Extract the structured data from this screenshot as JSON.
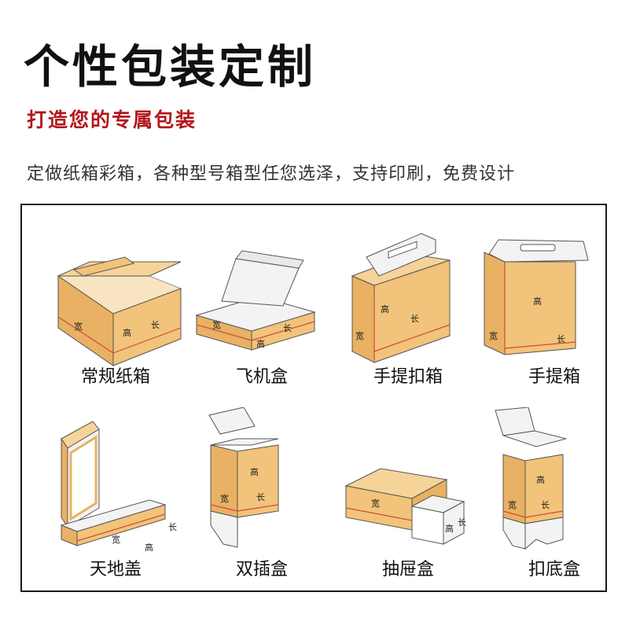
{
  "header": {
    "title": "个性包装定制",
    "subtitle": "打造您的专属包装",
    "description": "定做纸箱彩箱，各种型号箱型任您选泽，支持印刷，免费设计"
  },
  "dimension_labels": {
    "width": "宽",
    "height": "高",
    "length": "长"
  },
  "colors": {
    "title": "#111111",
    "subtitle": "#b3171b",
    "kraft_front": "#f2c37a",
    "kraft_side": "#e8b163",
    "kraft_top": "#f6d398",
    "inner": "#f3f3f3",
    "edge": "#555555",
    "seam": "#d24a3a"
  },
  "boxes": [
    {
      "icon": "regular-carton-icon",
      "label": "常规纸箱"
    },
    {
      "icon": "mailer-box-icon",
      "label": "飞机盒"
    },
    {
      "icon": "handle-carton-icon",
      "label": "手提扣箱"
    },
    {
      "icon": "handle-box-icon",
      "label": "手提箱"
    },
    {
      "icon": "lid-base-box-icon",
      "label": "天地盖"
    },
    {
      "icon": "tuck-end-box-icon",
      "label": "双插盒"
    },
    {
      "icon": "drawer-box-icon",
      "label": "抽屉盒"
    },
    {
      "icon": "lock-bottom-box-icon",
      "label": "扣底盒"
    }
  ]
}
